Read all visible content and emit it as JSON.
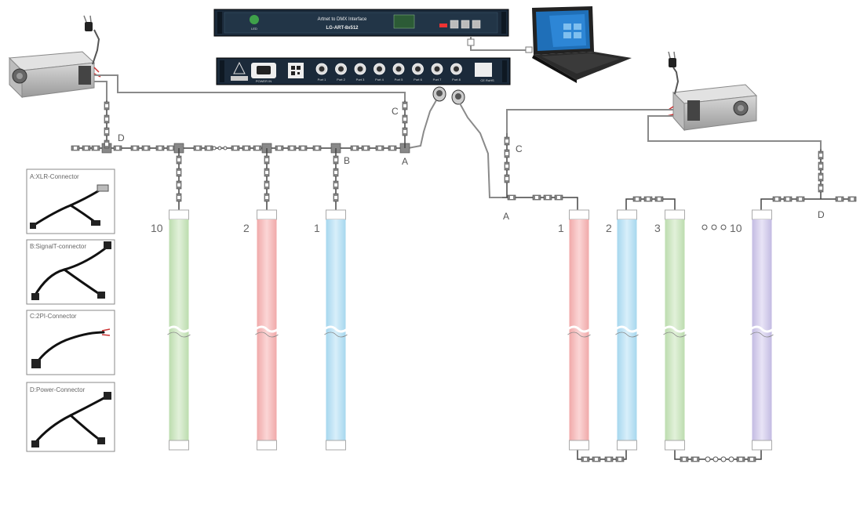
{
  "interface": {
    "title": "Artnet to DMX Interface",
    "model": "LG-ART-8x512",
    "power_label": "POWER IN",
    "ports": [
      "Port 1",
      "Port 2",
      "Port 3",
      "Port 4",
      "Port 5",
      "Port 6",
      "Port 7",
      "Port 8"
    ],
    "cert": "CE RoHS"
  },
  "labels": {
    "left_D": "D",
    "left_C": "C",
    "left_B": "B",
    "left_A": "A",
    "right_C": "C",
    "right_A": "A",
    "right_D": "D",
    "left_tube_nums": [
      "10",
      "2",
      "1"
    ],
    "right_tube_nums": [
      "1",
      "2",
      "3",
      "10"
    ]
  },
  "colors": {
    "tube_green": "#cfe6c4",
    "tube_red": "#f4bcbc",
    "tube_blue": "#bfe3f2",
    "tube_purple": "#d5cfea",
    "rack_panel": "#1b2a3a",
    "wire": "#8a8a8a"
  },
  "legend": [
    {
      "title": "A:XLR-Connector",
      "icon": "xlr-connector-icon"
    },
    {
      "title": "B:SignalT-connector",
      "icon": "signal-t-connector-icon"
    },
    {
      "title": "C:2PI-Connector",
      "icon": "2pin-connector-icon"
    },
    {
      "title": "D:Power-Connector",
      "icon": "power-connector-icon"
    }
  ]
}
